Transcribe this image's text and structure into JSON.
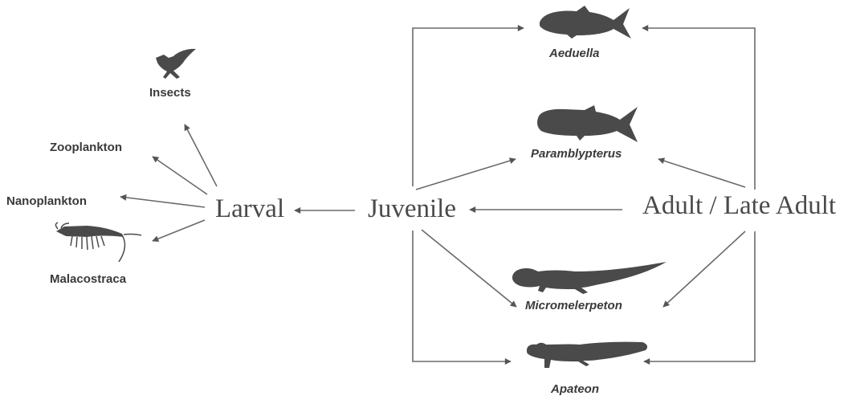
{
  "prey": {
    "insects": "Insects",
    "zooplankton": "Zooplankton",
    "nanoplankton": "Nanoplankton",
    "malacostraca": "Malacostraca"
  },
  "stages": {
    "larval": "Larval",
    "juvenile": "Juvenile",
    "adult": "Adult / Late Adult"
  },
  "taxa": {
    "aeduella": "Aeduella",
    "paramblypterus": "Paramblypterus",
    "micromelerpeton": "Micromelerpeton",
    "apateon": "Apateon"
  },
  "icons": [
    "insect-icon",
    "shrimp-icon",
    "fish-icon",
    "fish-icon",
    "amphibian-icon",
    "amphibian-icon"
  ],
  "colors": {
    "silhouette": "#4a4a4a",
    "arrow": "#6a6a6a",
    "text": "#3a3a3a",
    "background": "#ffffff"
  }
}
